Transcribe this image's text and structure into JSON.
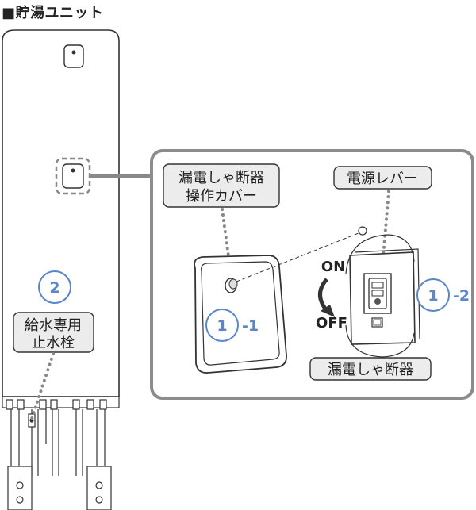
{
  "header": {
    "title": "■貯湯ユニット"
  },
  "labels": {
    "cover": [
      "漏電しゃ断器",
      "操作カバー"
    ],
    "lever": "電源レバー",
    "breaker": "漏電しゃ断器",
    "valve": [
      "給水専用",
      "止水栓"
    ],
    "on": "ON",
    "off": "OFF"
  },
  "markers": {
    "m1_1": {
      "num": "1",
      "suffix": "-1"
    },
    "m1_2": {
      "num": "1",
      "suffix": "-2"
    },
    "m2": {
      "num": "2"
    }
  },
  "colors": {
    "marker": "#5b86c7",
    "callout_border": "#8c8c8c",
    "label_fill": "#ececec",
    "dotted": "#888888"
  }
}
